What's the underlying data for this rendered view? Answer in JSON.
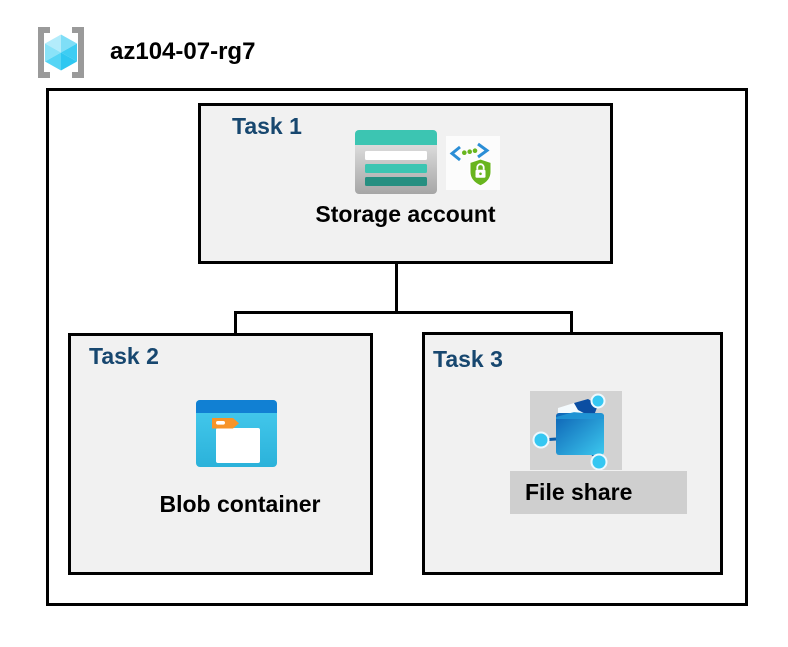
{
  "header": {
    "icon": "resource-group-icon",
    "resource_group_name": "az104-07-rg7"
  },
  "diagram": {
    "tasks": [
      {
        "label": "Task 1",
        "node": "Storage account",
        "icons": [
          "storage-account-icon",
          "sas-lock-icon"
        ]
      },
      {
        "label": "Task 2",
        "node": "Blob container",
        "icons": [
          "blob-container-icon"
        ]
      },
      {
        "label": "Task 3",
        "node": "File share",
        "icons": [
          "file-share-icon"
        ]
      }
    ],
    "connections": [
      {
        "from": "Storage account",
        "to": "Blob container"
      },
      {
        "from": "Storage account",
        "to": "File share"
      }
    ]
  },
  "colors": {
    "task_label": "#17476f",
    "box_fill": "#f1f1f1",
    "box_border": "#000000",
    "storage_teal": "#3cc5b2",
    "storage_teal_dark": "#268f81",
    "blob_top_blue": "#1180d3",
    "blob_body_cyan": "#3cc3e8",
    "tag_orange": "#f79428",
    "shield_green": "#68b51e",
    "chevron_blue": "#2b8ed6",
    "share_node_cyan": "#35c7f2",
    "selection_gray": "#d2d2d2"
  }
}
